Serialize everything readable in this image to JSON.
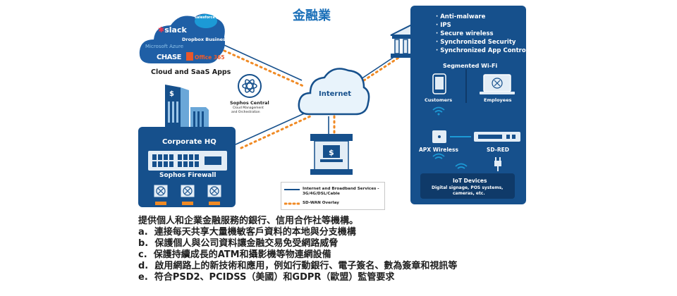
{
  "title": "金融業",
  "cloud_apps": {
    "label": "Cloud and SaaS Apps",
    "logos": [
      "salesforce",
      "slack",
      "Dropbox Business",
      "Microsoft Azure",
      "Office 365",
      "CHASE"
    ]
  },
  "sophos_central": {
    "name": "Sophos Central",
    "desc1": "Cloud Management",
    "desc2": "and Orchestration"
  },
  "internet_label": "Internet",
  "corporate_hq": {
    "label": "Corporate HQ",
    "firewall": "Sophos Firewall"
  },
  "legend": {
    "line1": "Internet and Broadband Services -",
    "line1b": "3G/4G/DSL/Cable",
    "line2": "SD-WAN Overlay"
  },
  "branch": {
    "features": [
      "Anti-malware",
      "IPS",
      "Secure wireless",
      "Synchronized Security",
      "Synchronized App Control"
    ],
    "segmented_wifi": "Segmented Wi-Fi",
    "customers": "Customers",
    "employees": "Employees",
    "apx": "APX Wireless",
    "sdred": "SD-RED",
    "iot_title": "IoT Devices",
    "iot_desc1": "Digital signage, POS systems,",
    "iot_desc2": "cameras, etc."
  },
  "text": {
    "intro": "提供個人和企業金融服務的銀行、信用合作社等機構。",
    "items": [
      {
        "letter": "a.",
        "text": "連接每天共享大量機敏客戶資料的本地與分支機構"
      },
      {
        "letter": "b.",
        "text": "保護個人與公司資料讓金融交易免受網路威脅"
      },
      {
        "letter": "c.",
        "text": "保護持續成長的ATM和攝影機等物連網設備"
      },
      {
        "letter": "d.",
        "text": "啟用網路上的新技術和應用，例如行動銀行、電子簽名、數為簽章和視訊等"
      },
      {
        "letter": "e.",
        "text": "符合PSD2、PCIDSS（美國）和GDPR（歐盟）監管要求"
      }
    ]
  },
  "colors": {
    "primary_blue": "#16508c",
    "accent_orange": "#f08a24",
    "title_blue": "#1a6fb8",
    "cloud_blue": "#1f5fa6"
  }
}
